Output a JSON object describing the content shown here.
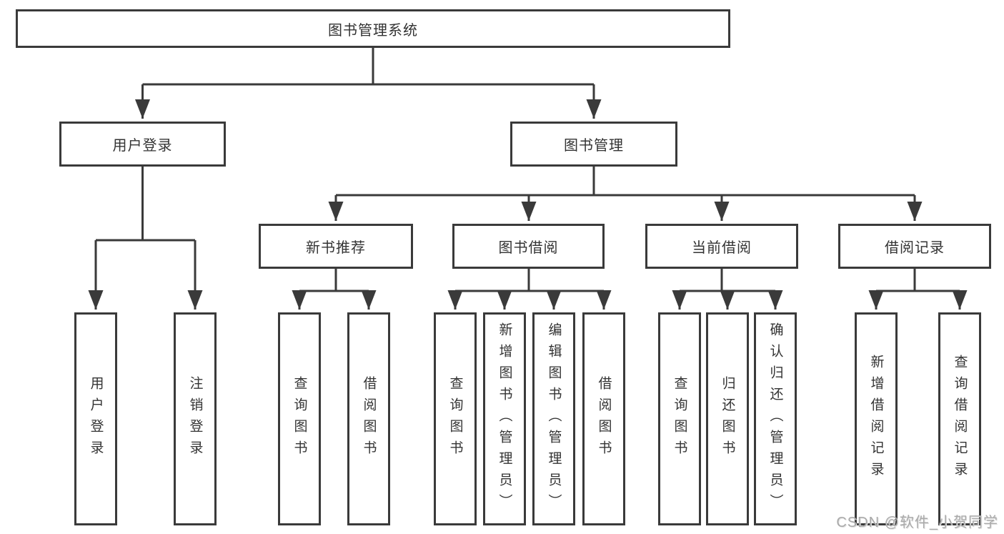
{
  "tree": {
    "root": {
      "label": "图书管理系统"
    },
    "user_login": {
      "label": "用户登录",
      "children": [
        {
          "label": "用户登录"
        },
        {
          "label": "注销登录"
        }
      ]
    },
    "book_management": {
      "label": "图书管理",
      "sections": [
        {
          "label": "新书推荐",
          "children": [
            {
              "label": "查询图书"
            },
            {
              "label": "借阅图书"
            }
          ]
        },
        {
          "label": "图书借阅",
          "children": [
            {
              "label": "查询图书"
            },
            {
              "label": "新增图书（管理员）"
            },
            {
              "label": "编辑图书（管理员）"
            },
            {
              "label": "借阅图书"
            }
          ]
        },
        {
          "label": "当前借阅",
          "children": [
            {
              "label": "查询图书"
            },
            {
              "label": "归还图书"
            },
            {
              "label": "确认归还（管理员）"
            }
          ]
        },
        {
          "label": "借阅记录",
          "children": [
            {
              "label": "新增借阅记录"
            },
            {
              "label": "查询借阅记录"
            }
          ]
        }
      ]
    }
  },
  "watermark": {
    "text": "CSDN @软件_小贺同学"
  },
  "colors": {
    "line": "#3a3a3a",
    "box_border": "#3a3a3a",
    "text": "#333333",
    "background": "#ffffff",
    "watermark": "#aaaaaa"
  }
}
